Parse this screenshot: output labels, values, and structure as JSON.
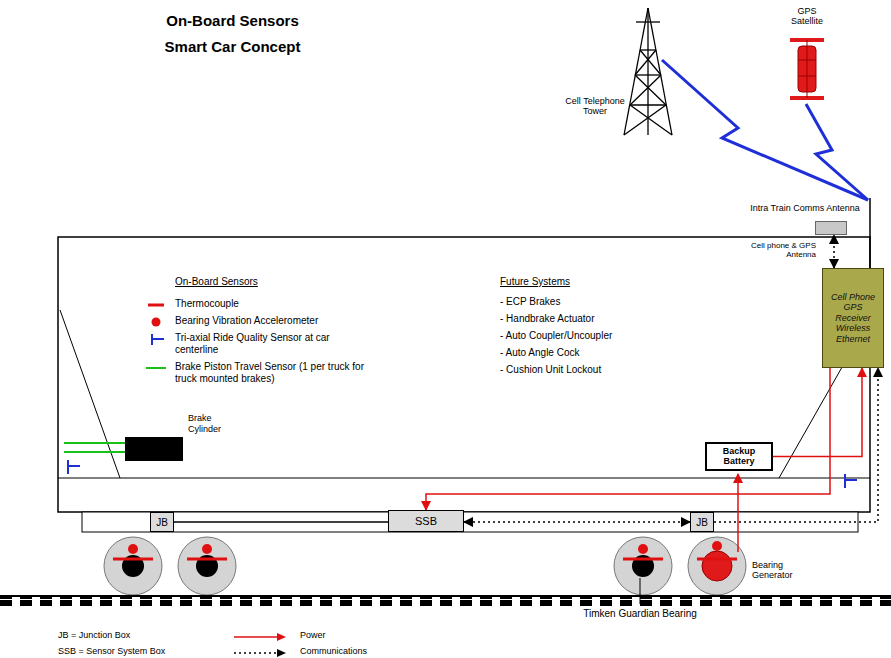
{
  "diagram": {
    "title": "On-Board Sensors Smart Car Concept",
    "nodes": [
      {
        "text": [
          "Intra Train Comms Antenna"
        ]
      },
      {
        "text": [
          "Cell Phone GPS Receiver Wireless Ethernet"
        ]
      },
      {
        "text": [
          "Backup Battery"
        ]
      },
      {
        "text": [
          "JB"
        ]
      },
      {
        "text": [
          "SSB"
        ]
      },
      {
        "text": [
          "JB"
        ]
      },
      {
        "text": [
          "Brake Cylinder"
        ]
      }
    ],
    "edges": [
      {
        "from": 3,
        "to": 4,
        "arrow": "none"
      },
      {
        "from": 5,
        "to": 4,
        "arrow": "both"
      },
      {
        "from": 2,
        "to": 1,
        "arrow": "to"
      },
      {
        "from": 1,
        "to": 4,
        "arrow": "to"
      },
      {
        "from": 5,
        "to": 1,
        "arrow": "to"
      },
      {
        "from": 1,
        "to": 0,
        "arrow": "both"
      }
    ],
    "labels": [
      "Cell Telephone Tower",
      "GPS Satellite",
      "Cell phone & GPS Antenna",
      "On-Board Sensors",
      "Future Systems",
      "- ECP Brakes",
      "- Handbrake Actuator",
      "- Auto Coupler/Uncoupler",
      "- Auto Angle Cock",
      "- Cushion Unit Lockout",
      "Bearing Generator",
      "Timken Guardian Bearing",
      "JB = Junction Box",
      "SSB = Sensor System Box"
    ],
    "legend": [
      {
        "text": "Thermocouple"
      },
      {
        "text": "Bearing Vibration Accelerometer"
      },
      {
        "text": "Tri-axial Ride Quality Sensor at car centerline"
      },
      {
        "text": "Brake Piston Travel Sensor (1 per truck for truck mounted brakes)"
      },
      {
        "text": "Power"
      },
      {
        "text": "Communications"
      }
    ]
  }
}
